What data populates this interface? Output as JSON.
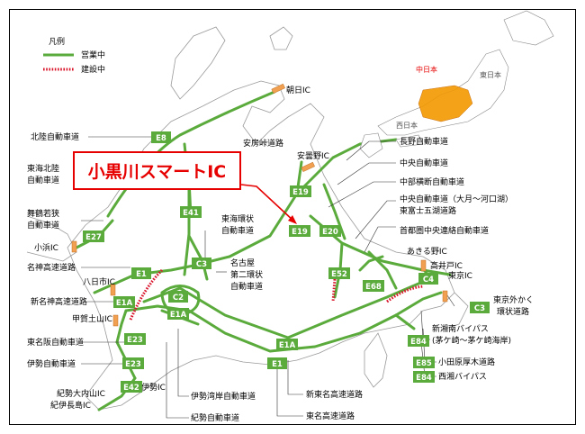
{
  "legend": {
    "title": "凡例",
    "operating": "営業中",
    "construction": "建設中"
  },
  "callout": {
    "text": "小黒川スマートIC"
  },
  "inset": {
    "central": "中日本",
    "east": "東日本",
    "west": "西日本"
  },
  "colors": {
    "road_operating": "#5aaa3c",
    "road_construction": "#d9142b",
    "shield": "#5aaa3c",
    "callout": "#e60000",
    "inset_highlight": "#f39800",
    "interchange_marker": "#f0a050"
  },
  "routes": {
    "E8": "E8",
    "E41": "E41",
    "E27": "E27",
    "E1": "E1",
    "E1A": "E1A",
    "C2": "C2",
    "C3": "C3",
    "E23": "E23",
    "E42": "E42",
    "E19": "E19",
    "E20": "E20",
    "E52": "E52",
    "E68": "E68",
    "C4": "C4",
    "E84": "E84",
    "E85": "E85"
  },
  "interchanges": {
    "asahi": "朝日IC",
    "anrakuji": "安曇野IC",
    "obama": "小浜IC",
    "yokkaichi": "八日市IC",
    "kozuchiyama": "甲賀土山IC",
    "akiruno": "あきる野IC",
    "takaido": "高井戸IC",
    "tokyo": "東京IC",
    "iseic": "伊勢IC",
    "kisei_ouchiyama": "紀勢大内山IC",
    "kisei_nagashima": "紀伊長島IC"
  },
  "labels": {
    "hokuriku": "北陸自動車道",
    "tokai_hokuriku_1": "東海北陸",
    "tokai_hokuriku_2": "自動車道",
    "maizuru_1": "舞鶴若狭",
    "maizuru_2": "自動車道",
    "meishin": "名神高速道路",
    "shin_meishin": "新名神高速道路",
    "higashi_meihan": "東名阪自動車道",
    "ise": "伊勢自動車道",
    "tokai_kanjo_1": "東海環状",
    "tokai_kanjo_2": "自動車道",
    "nagoya_1": "名古屋",
    "nagoya_2": "第二環状",
    "nagoya_3": "自動車道",
    "isewan": "伊勢湾岸自動車道",
    "kisei": "紀勢自動車道",
    "shin_tomei": "新東名高速道路",
    "tomei": "東名高速道路",
    "nagano": "長野自動車道",
    "chuo": "中央自動車道",
    "chubu_odan": "中部横断自動車道",
    "chuo_sub_1": "中央自動車道（大月～河口湖）",
    "chuo_sub_2": "東富士五湖道路",
    "ken_o": "首都圏中央連絡自動車道",
    "gaikan_1": "東京外かく",
    "gaikan_2": "環状道路",
    "shin_shonan_1": "新湘南バイパス",
    "shin_shonan_2": "(茅ケ崎～茅ケ崎海岸)",
    "odawara": "小田原厚木道路",
    "seisho": "西湘バイパス",
    "anbo": "安房峠道路"
  }
}
